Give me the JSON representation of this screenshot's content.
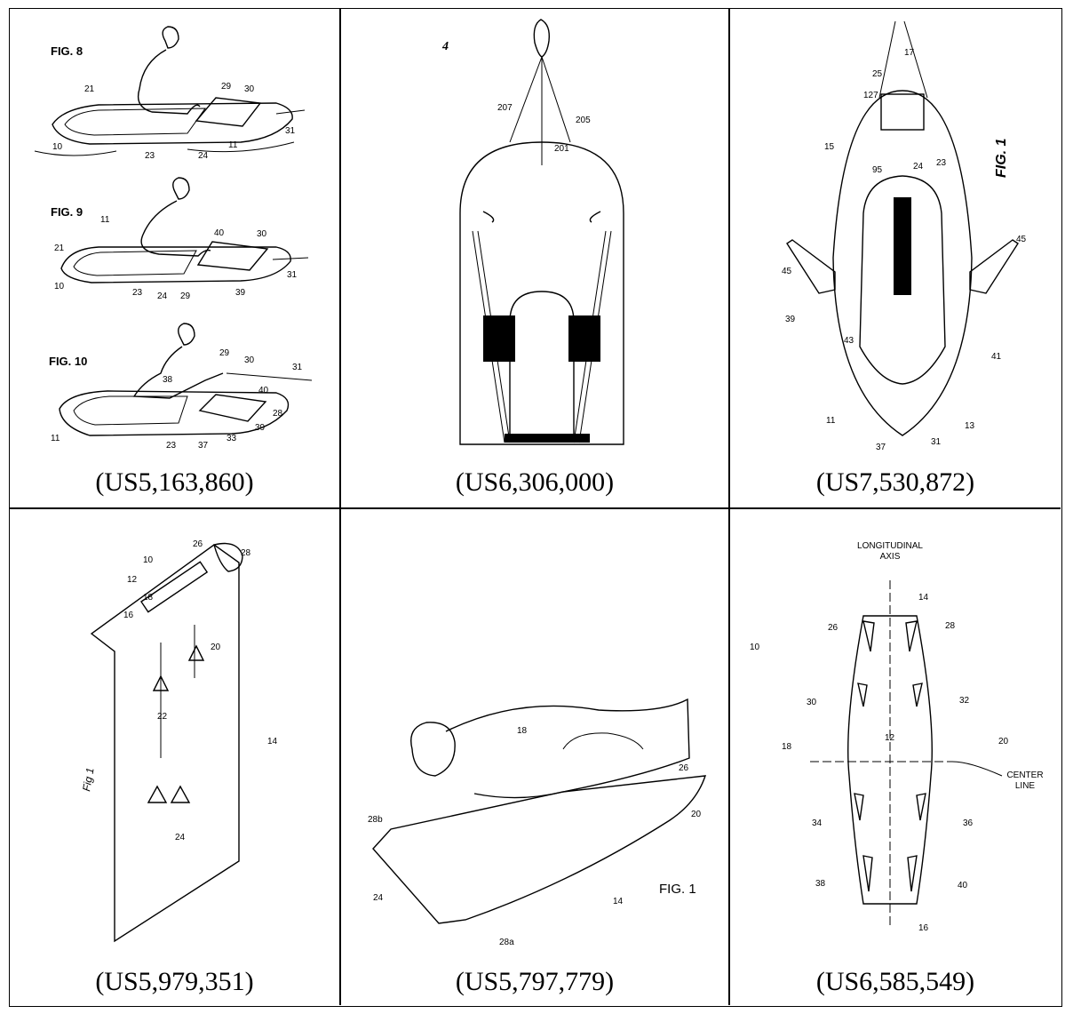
{
  "cells": [
    {
      "caption": "(US5,163,860)",
      "figures": [
        "FIG. 8",
        "FIG. 9",
        "FIG. 10"
      ],
      "fig8_refs": [
        "21",
        "10",
        "23",
        "24",
        "29",
        "30",
        "11",
        "31"
      ],
      "fig9_refs": [
        "11",
        "21",
        "10",
        "23",
        "24",
        "29",
        "40",
        "30",
        "39",
        "31"
      ],
      "fig10_refs": [
        "29",
        "30",
        "31",
        "38",
        "40",
        "28",
        "39",
        "33",
        "37",
        "23",
        "11"
      ]
    },
    {
      "caption": "(US6,306,000)",
      "figure_num": "4",
      "refs": [
        "207",
        "205",
        "201"
      ]
    },
    {
      "caption": "(US7,530,872)",
      "figure": "FIG. 1",
      "refs": [
        "17",
        "25",
        "127",
        "15",
        "95",
        "24",
        "23",
        "45",
        "45",
        "39",
        "43",
        "41",
        "11",
        "37",
        "31",
        "13"
      ]
    },
    {
      "caption": "(US5,979,351)",
      "figure": "Fig 1",
      "refs": [
        "26",
        "28",
        "10",
        "12",
        "16",
        "18",
        "20",
        "22",
        "24",
        "14"
      ]
    },
    {
      "caption": "(US5,797,779)",
      "figure": "FIG. 1",
      "refs": [
        "18",
        "26",
        "20",
        "28b",
        "24",
        "14",
        "28a"
      ]
    },
    {
      "caption": "(US6,585,549)",
      "axis_label": [
        "LONGITUDINAL",
        "AXIS"
      ],
      "center_label": [
        "CENTER",
        "LINE"
      ],
      "refs": [
        "14",
        "10",
        "26",
        "28",
        "30",
        "32",
        "18",
        "12",
        "20",
        "34",
        "36",
        "38",
        "40",
        "16"
      ]
    }
  ]
}
